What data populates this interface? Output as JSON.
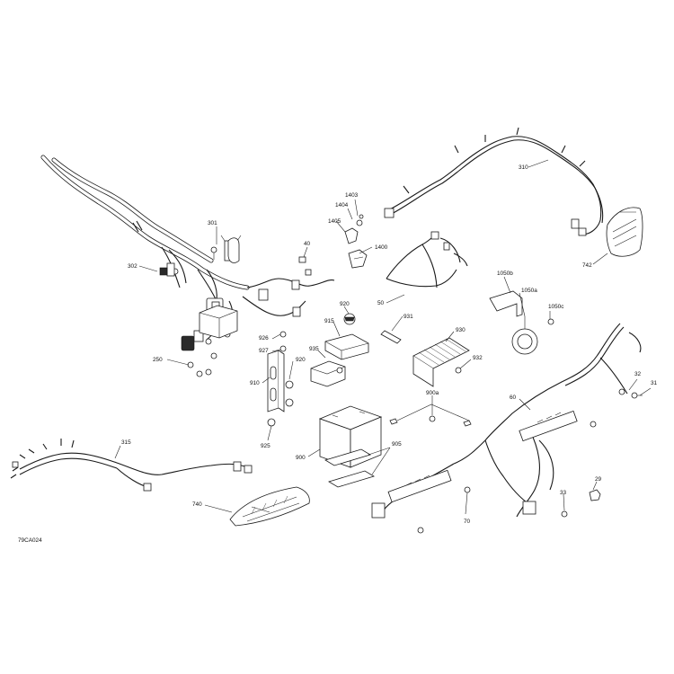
{
  "diagram": {
    "figure_code": "79CA024",
    "callouts": [
      "301",
      "302",
      "250",
      "40",
      "1403",
      "1404",
      "1405",
      "1400",
      "310",
      "742",
      "50",
      "1050b",
      "1050a",
      "1050c",
      "920",
      "915",
      "931",
      "930",
      "932",
      "926",
      "927",
      "935",
      "920",
      "910",
      "925",
      "900a",
      "900",
      "905",
      "32",
      "31",
      "60",
      "315",
      "740",
      "70",
      "33",
      "29"
    ]
  }
}
